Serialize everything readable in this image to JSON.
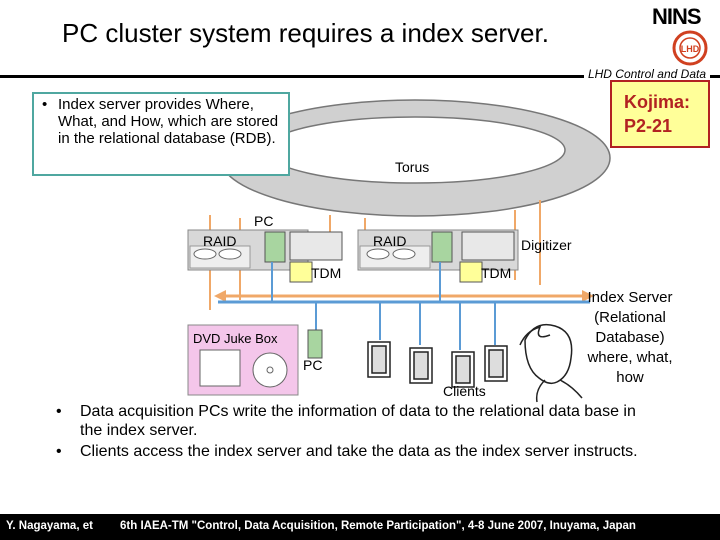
{
  "header": {
    "title": "PC cluster system requires a index server.",
    "logo_text": "NINS",
    "seal_text": "LHD",
    "section_label": "LHD Control and Data"
  },
  "callout": {
    "text": "Index server provides Where, What, and How, which are stored in the relational database (RDB)."
  },
  "reference": {
    "line1": "Kojima:",
    "line2": "P2-21"
  },
  "diagram": {
    "torus": "Torus",
    "pc_top": "PC",
    "raid_left": "RAID",
    "raid_right": "RAID",
    "digitizer": "Digitizer",
    "tdm_left": "TDM",
    "tdm_right": "TDM",
    "dvd_juke_box": "DVD Juke Box",
    "pc_bottom": "PC",
    "clients": "Clients"
  },
  "index_server": {
    "line1": "Index Server",
    "line2": "(Relational",
    "line3": "Database)",
    "line4": "where, what,",
    "line5": "how"
  },
  "bullets": [
    "Data acquisition PCs write the information of data to the relational data base in the index server.",
    "Clients access the index server and take the data as the index server instructs."
  ],
  "footer": {
    "author": "Y. Nagayama, et",
    "event": "6th IAEA-TM \"Control, Data Acquisition, Remote Participation\", 4-8 June 2007, Inuyama, Japan"
  },
  "colors": {
    "callout_border": "#4fa7a0",
    "reference_bg": "#ffff99",
    "reference_text": "#b22222",
    "lan": "#5b9bd5",
    "bus": "#f0a868",
    "tdm_bg": "#ffff99",
    "pc_green": "#a8d5a0",
    "dvd_bg": "#f4c6ea"
  }
}
